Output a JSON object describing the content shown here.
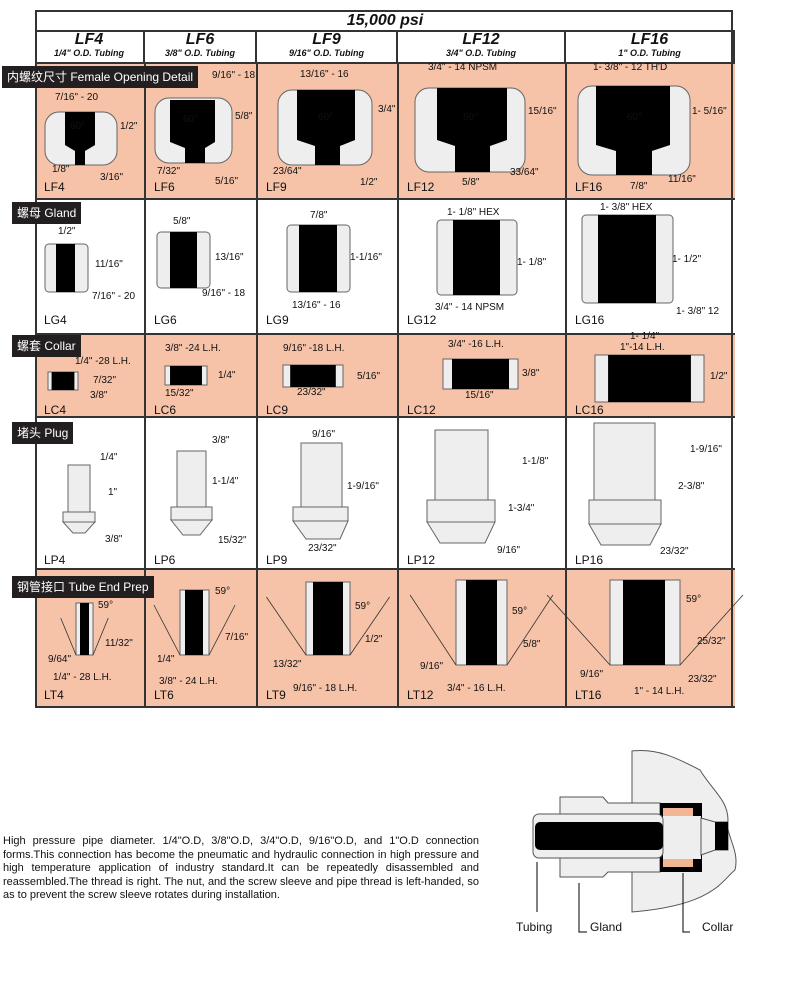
{
  "title": "15,000 psi",
  "columns": [
    {
      "code": "LF4",
      "tubing": "1/4\" O.D. Tubing"
    },
    {
      "code": "LF6",
      "tubing": "3/8\" O.D. Tubing"
    },
    {
      "code": "LF9",
      "tubing": "9/16\" O.D. Tubing"
    },
    {
      "code": "LF12",
      "tubing": "3/4\" O.D. Tubing"
    },
    {
      "code": "LF16",
      "tubing": "1\" O.D. Tubing"
    }
  ],
  "colors": {
    "highlight_row": "#f6c3a9",
    "label_box": "#231f20",
    "part_fill": "#eeeeee",
    "bore": "#000000"
  },
  "rows": [
    {
      "label": "内螺纹尺寸 Female Opening Detail",
      "shaded": true,
      "cells": [
        {
          "code": "LF4",
          "dims": [
            "7/16\" - 20",
            "60°",
            "1/2\"",
            "1/8\"",
            "3/16\""
          ]
        },
        {
          "code": "LF6",
          "dims": [
            "9/16\" - 18",
            "60°",
            "5/8\"",
            "7/32\"",
            "5/16\""
          ]
        },
        {
          "code": "LF9",
          "dims": [
            "13/16\" - 16",
            "60°",
            "3/4\"",
            "23/64\"",
            "1/2\""
          ]
        },
        {
          "code": "LF12",
          "dims": [
            "3/4\" - 14 NPSM",
            "60°",
            "15/16\"",
            "33/64\"",
            "5/8\""
          ]
        },
        {
          "code": "LF16",
          "dims": [
            "1- 3/8\" - 12 TH'D",
            "60°",
            "1- 5/16\"",
            "11/16\"",
            "7/8\""
          ]
        }
      ]
    },
    {
      "label": "螺母 Gland",
      "shaded": false,
      "cells": [
        {
          "code": "LG4",
          "dims": [
            "1/2\"",
            "11/16\"",
            "7/16\" - 20"
          ]
        },
        {
          "code": "LG6",
          "dims": [
            "5/8\"",
            "13/16\"",
            "9/16\" - 18"
          ]
        },
        {
          "code": "LG9",
          "dims": [
            "7/8\"",
            "1-1/16\"",
            "13/16\" - 16"
          ]
        },
        {
          "code": "LG12",
          "dims": [
            "1- 1/8\" HEX",
            "1- 1/8\"",
            "3/4\" - 14 NPSM"
          ]
        },
        {
          "code": "LG16",
          "dims": [
            "1- 3/8\" HEX",
            "1- 1/2\"",
            "1- 3/8\" 12"
          ]
        }
      ]
    },
    {
      "label": "螺套 Collar",
      "shaded": true,
      "cells": [
        {
          "code": "LC4",
          "dims": [
            "1/4\" -28 L.H.",
            "7/32\"",
            "3/8\""
          ]
        },
        {
          "code": "LC6",
          "dims": [
            "3/8\" -24 L.H.",
            "1/4\"",
            "15/32\""
          ]
        },
        {
          "code": "LC9",
          "dims": [
            "9/16\" -18 L.H.",
            "5/16\"",
            "23/32\""
          ]
        },
        {
          "code": "LC12",
          "dims": [
            "3/4\" -16 L.H.",
            "3/8\"",
            "15/16\""
          ]
        },
        {
          "code": "LC16",
          "dims": [
            "1- 1/4\"",
            "1\"-14 L.H.",
            "1/2\""
          ]
        }
      ]
    },
    {
      "label": "堵头 Plug",
      "shaded": false,
      "cells": [
        {
          "code": "LP4",
          "dims": [
            "1/4\"",
            "1\"",
            "3/8\""
          ]
        },
        {
          "code": "LP6",
          "dims": [
            "3/8\"",
            "1-1/4\"",
            "15/32\""
          ]
        },
        {
          "code": "LP9",
          "dims": [
            "9/16\"",
            "1-9/16\"",
            "23/32\""
          ]
        },
        {
          "code": "LP12",
          "dims": [
            "1-1/8\"",
            "1-3/4\"",
            "9/16\""
          ]
        },
        {
          "code": "LP16",
          "dims": [
            "1-9/16\"",
            "2-3/8\"",
            "23/32\""
          ]
        }
      ]
    },
    {
      "label": "钢管接口 Tube End Prep",
      "shaded": true,
      "cells": [
        {
          "code": "LT4",
          "dims": [
            "59°",
            "11/32\"",
            "9/64\"",
            "1/4\" - 28 L.H."
          ]
        },
        {
          "code": "LT6",
          "dims": [
            "59°",
            "7/16\"",
            "1/4\"",
            "3/8\" - 24 L.H."
          ]
        },
        {
          "code": "LT9",
          "dims": [
            "59°",
            "1/2\"",
            "13/32\"",
            "9/16\" - 18 L.H."
          ]
        },
        {
          "code": "LT12",
          "dims": [
            "59°",
            "5/8\"",
            "9/16\"",
            "3/4\" - 16 L.H."
          ]
        },
        {
          "code": "LT16",
          "dims": [
            "59°",
            "25/32\"",
            "9/16\"",
            "23/32\"",
            "1\" - 14 L.H."
          ]
        }
      ]
    }
  ],
  "description": "High pressure pipe diameter. 1/4\"O.D, 3/8\"O.D, 3/4\"O.D,  9/16\"O.D, and 1\"O.D connection forms.This connection has become the pneumatic and hydraulic connection in high pressure and high temperature application of industry standard.It can be repeatedly disassembled and reassembled.The thread is right. The nut, and the screw sleeve and pipe thread is left-handed, so as to prevent the screw sleeve rotates during installation.",
  "assembly_diagram": {
    "labels": {
      "tubing": "Tubing",
      "gland": "Gland",
      "collar": "Collar"
    }
  }
}
